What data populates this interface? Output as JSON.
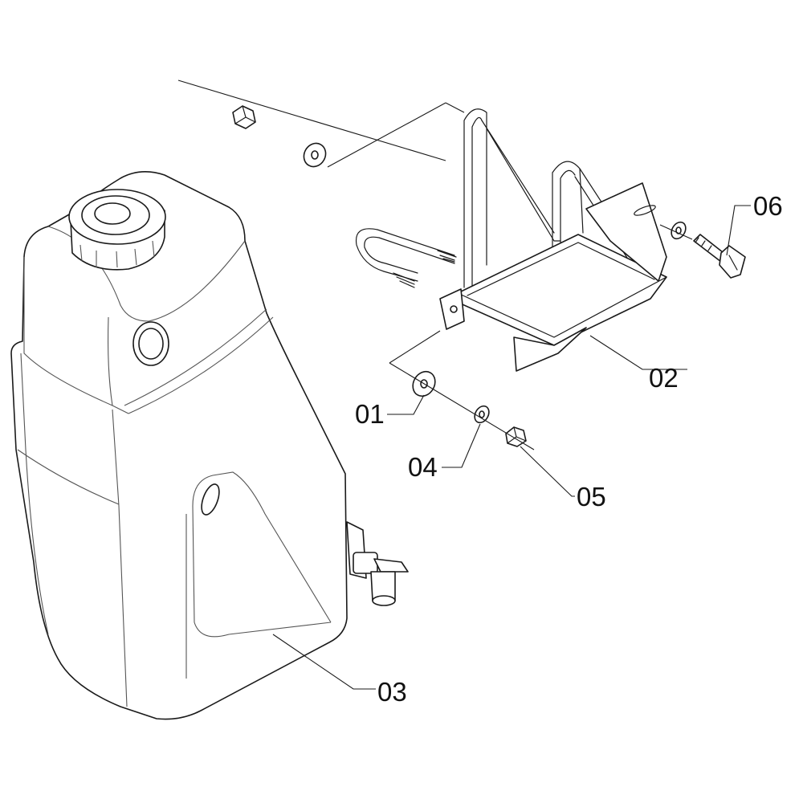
{
  "callouts": {
    "c01": "01",
    "c02": "02",
    "c03": "03",
    "c04": "04",
    "c05": "05",
    "c06": "06"
  },
  "colors": {
    "line": "#1a1a1a",
    "background": "#ffffff"
  }
}
